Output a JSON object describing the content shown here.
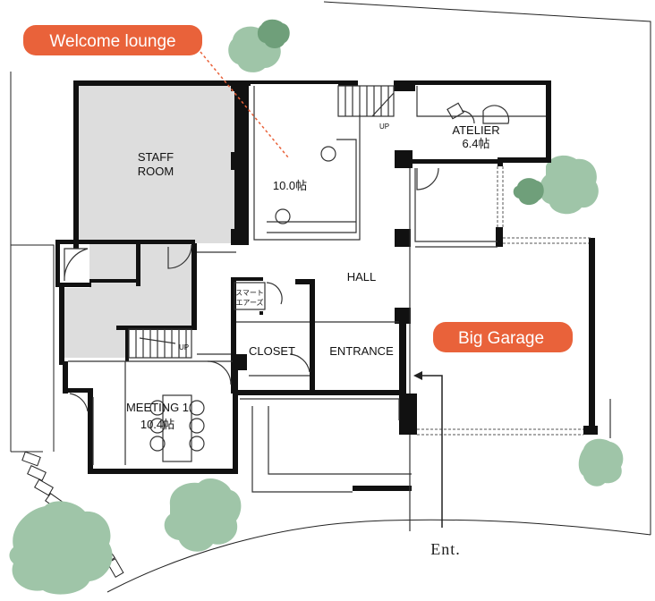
{
  "colors": {
    "tag_background": "#e9623a",
    "tag_text": "#ffffff",
    "staff_room_fill": "#dddddd",
    "tree_fill": "#9fc5a8",
    "tree_dark_fill": "#6f9f7a",
    "wall": "#111111"
  },
  "tags": {
    "welcome_lounge": "Welcome lounge",
    "big_garage": "Big Garage"
  },
  "rooms": {
    "staff_room_line1": "STAFF",
    "staff_room_line2": "ROOM",
    "lounge_size": "10.0帖",
    "atelier": "ATELIER",
    "atelier_size": "6.4帖",
    "hall": "HALL",
    "closet": "CLOSET",
    "entrance": "ENTRANCE",
    "meeting": "MEETING 1",
    "meeting_size": "10.4帖",
    "smart_air_line1": "スマート",
    "smart_air_line2": "エアーズ"
  },
  "stairs": {
    "up_upper": "UP",
    "up_lower": "UP"
  },
  "entry": {
    "label": "Ent."
  }
}
